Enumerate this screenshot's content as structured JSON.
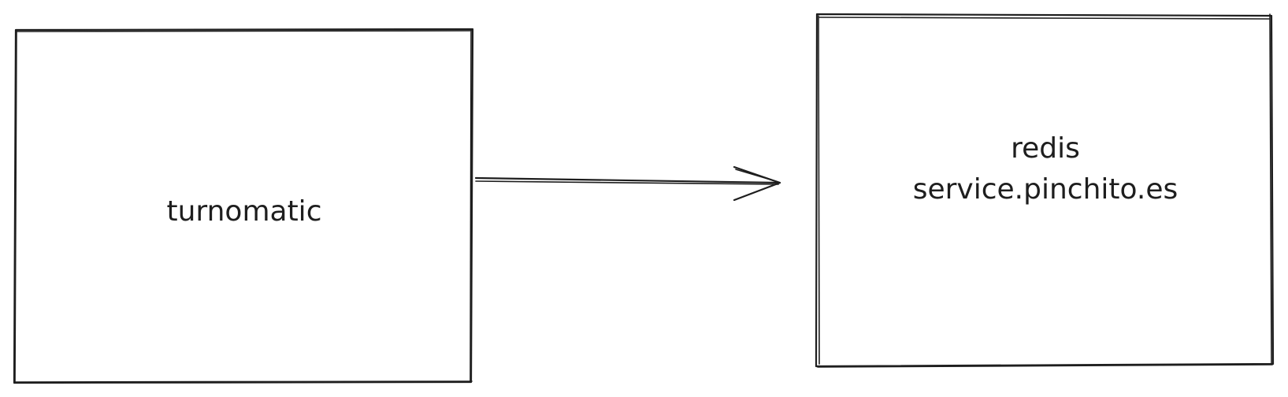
{
  "nodes": {
    "source": {
      "label": "turnomatic"
    },
    "target": {
      "lines": [
        "redis",
        "service.pinchito.es"
      ]
    }
  },
  "edges": [
    {
      "from": "turnomatic",
      "to": "redis"
    }
  ],
  "colors": {
    "stroke": "#1e1e1e",
    "background": "#ffffff"
  }
}
